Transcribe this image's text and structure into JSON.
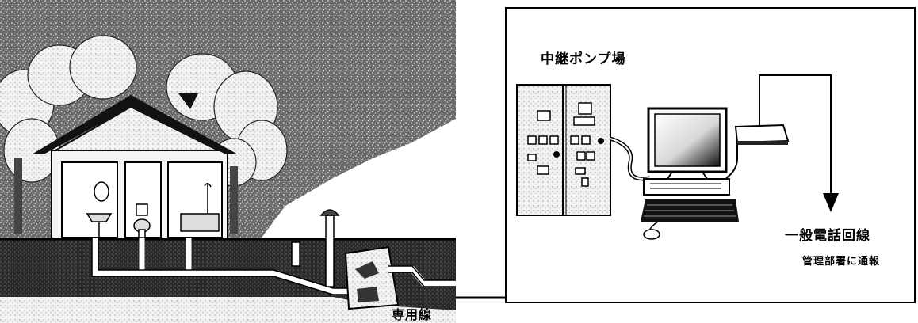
{
  "labels": {
    "pump_station": "中継ポンプ場",
    "phone_line": "一般電話回線",
    "notify": "管理部署に通報",
    "dedicated_line": "専用線"
  }
}
